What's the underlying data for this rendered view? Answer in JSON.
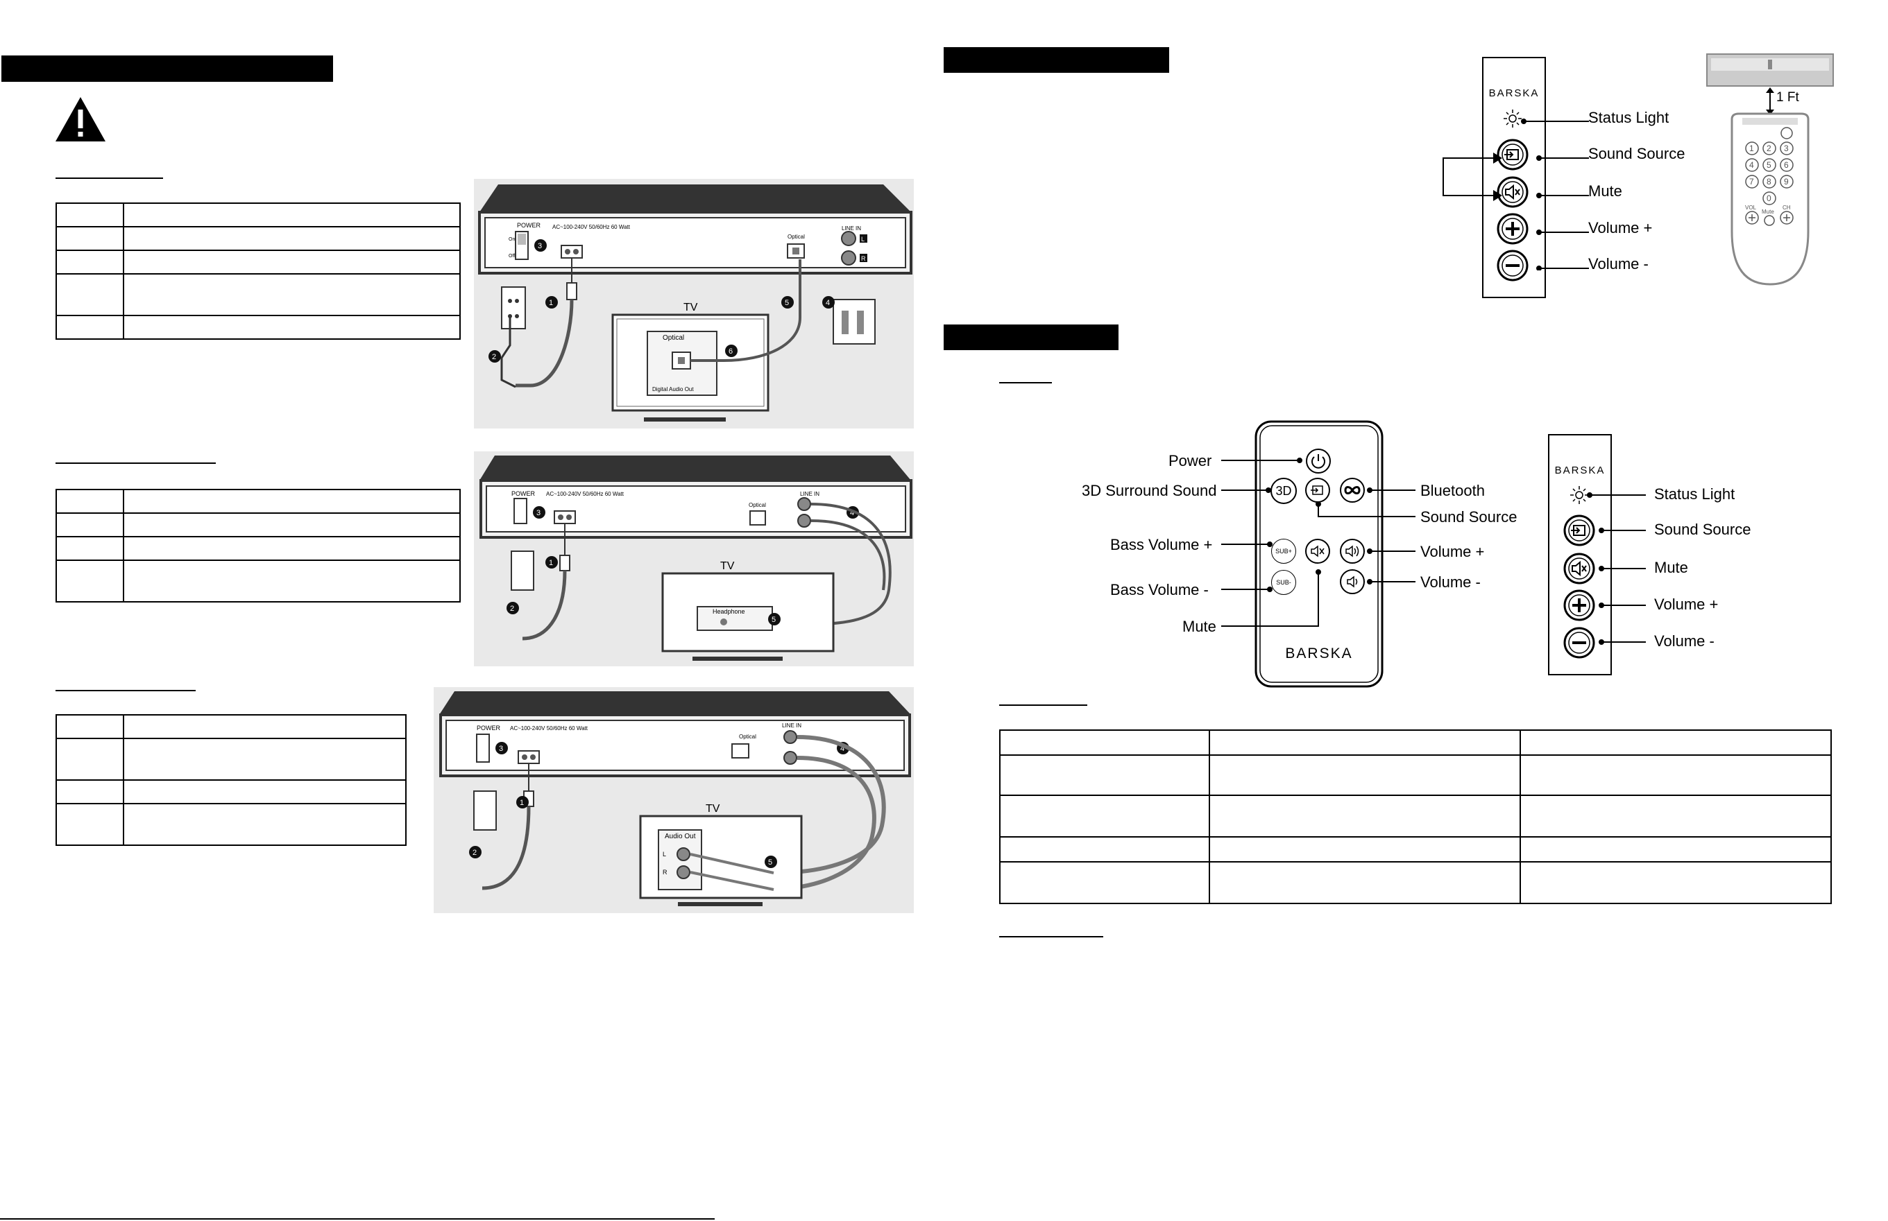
{
  "brand": "BARSKA",
  "diagram1": {
    "power": "POWER",
    "power_spec": "AC~100-240V 50/60Hz 60 Watt",
    "on": "On",
    "off": "Off",
    "optical": "Optical",
    "line_in": "LINE IN",
    "ch_l": "L",
    "ch_r": "R",
    "tv": "TV",
    "tv_port": "Optical",
    "tv_port_caption": "Digital Audio Out"
  },
  "diagram2": {
    "power": "POWER",
    "power_spec": "AC~100-240V 50/60Hz 60 Watt",
    "optical": "Optical",
    "line_in": "LINE IN",
    "tv": "TV",
    "tv_port": "Headphone"
  },
  "diagram3": {
    "power": "POWER",
    "power_spec": "AC~100-240V 50/60Hz 60 Watt",
    "optical": "Optical",
    "line_in": "LINE IN",
    "tv": "TV",
    "tv_port": "Audio Out",
    "ch_l": "L",
    "ch_r": "R"
  },
  "panel_top": {
    "status_light": "Status Light",
    "sound_source": "Sound Source",
    "mute": "Mute",
    "volume_up": "Volume +",
    "volume_down": "Volume -",
    "distance": "1 Ft"
  },
  "tv_remote": {
    "keys": [
      "1",
      "2",
      "3",
      "4",
      "5",
      "6",
      "7",
      "8",
      "9",
      "0"
    ],
    "vol": "VOL",
    "ch": "CH",
    "mute": "Mute"
  },
  "remote": {
    "power": "Power",
    "surround": "3D Surround Sound",
    "bass_up": "Bass Volume +",
    "bass_down": "Bass Volume -",
    "mute": "Mute",
    "bluetooth": "Bluetooth",
    "sound_source": "Sound Source",
    "volume_up": "Volume +",
    "volume_down": "Volume -",
    "btn_3d": "3D",
    "btn_sub_up": "SUB+",
    "btn_sub_down": "SUB-"
  },
  "panel_bottom": {
    "status_light": "Status Light",
    "sound_source": "Sound Source",
    "mute": "Mute",
    "volume_up": "Volume +",
    "volume_down": "Volume -"
  }
}
